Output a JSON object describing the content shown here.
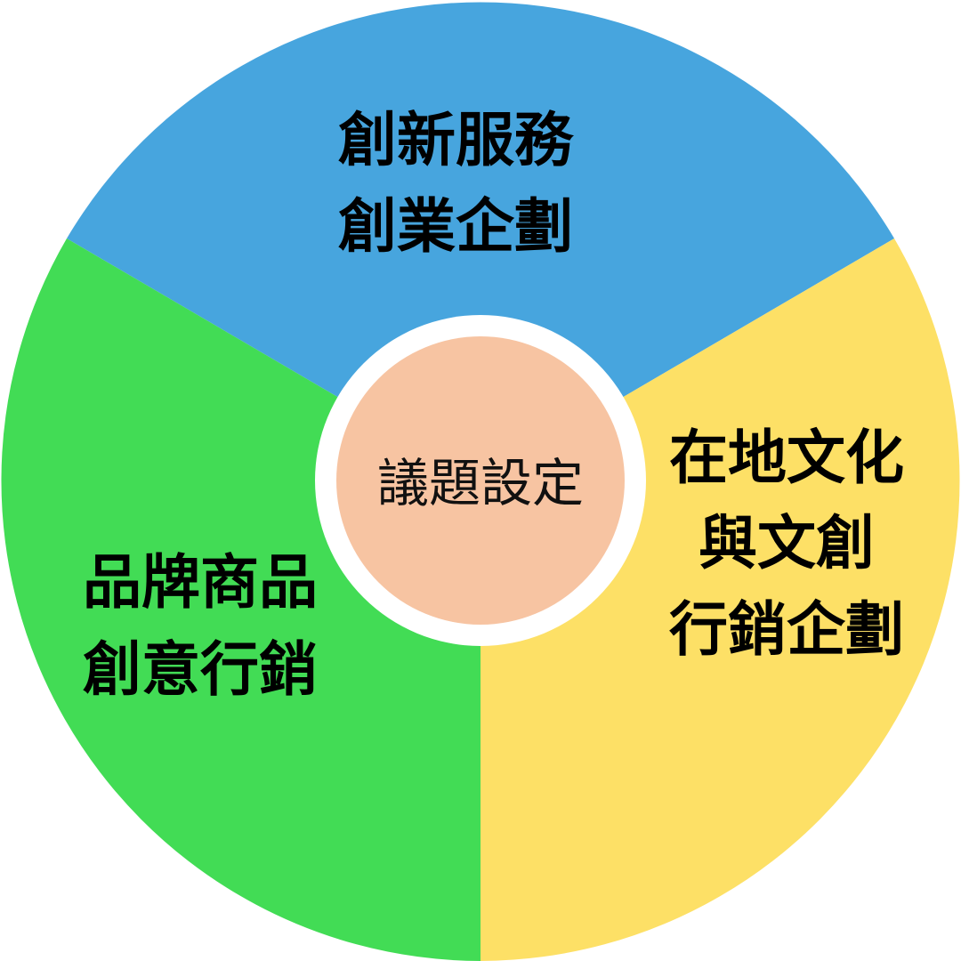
{
  "center": {
    "label": "議題設定",
    "color": "#f7c4a2",
    "ring_color": "#ffffff"
  },
  "segments": [
    {
      "id": "top",
      "color": "#47a5de",
      "lines": [
        "創新服務",
        "創業企劃"
      ]
    },
    {
      "id": "right",
      "color": "#fde066",
      "lines": [
        "在地文化",
        "與文創",
        "行銷企劃"
      ]
    },
    {
      "id": "left",
      "color": "#42dc55",
      "lines": [
        "品牌商品",
        "創意行銷"
      ]
    }
  ]
}
